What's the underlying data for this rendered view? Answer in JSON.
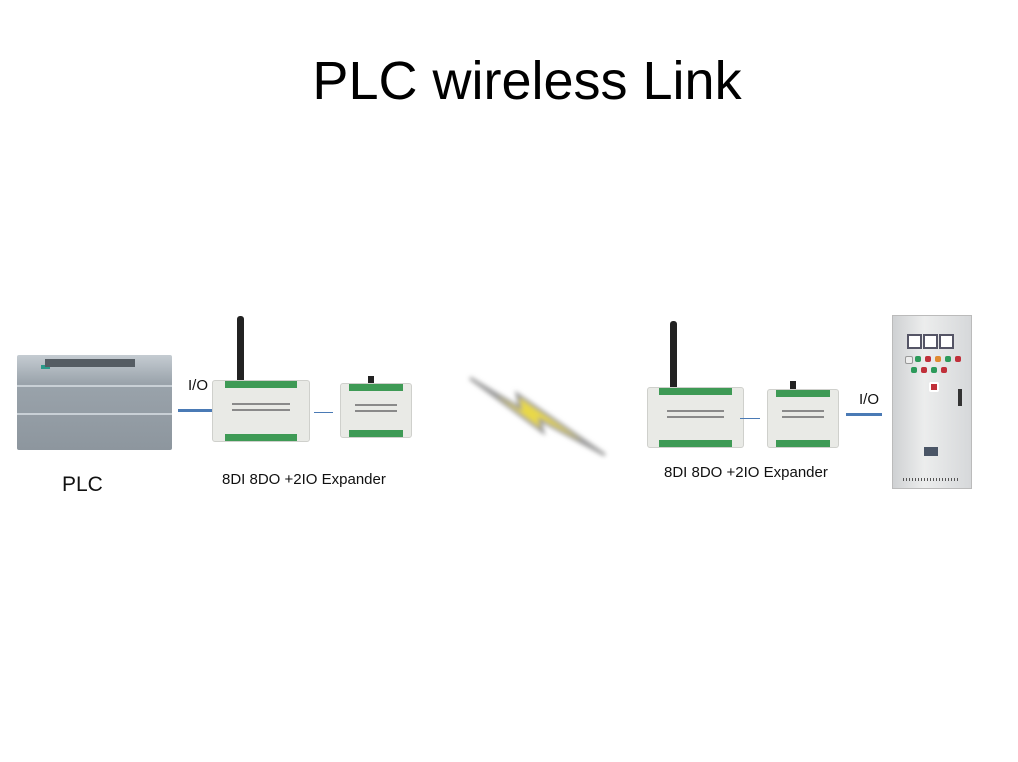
{
  "title": "PLC wireless Link",
  "left": {
    "device_label": "PLC",
    "link_label": "I/O",
    "module_label": "8DI 8DO +2IO Expander"
  },
  "right": {
    "module_label": "8DI 8DO +2IO Expander",
    "link_label": "I/O"
  },
  "colors": {
    "link": "#4a7ab5",
    "lightning": "#e8d84a",
    "terminal": "#3e9a55"
  }
}
